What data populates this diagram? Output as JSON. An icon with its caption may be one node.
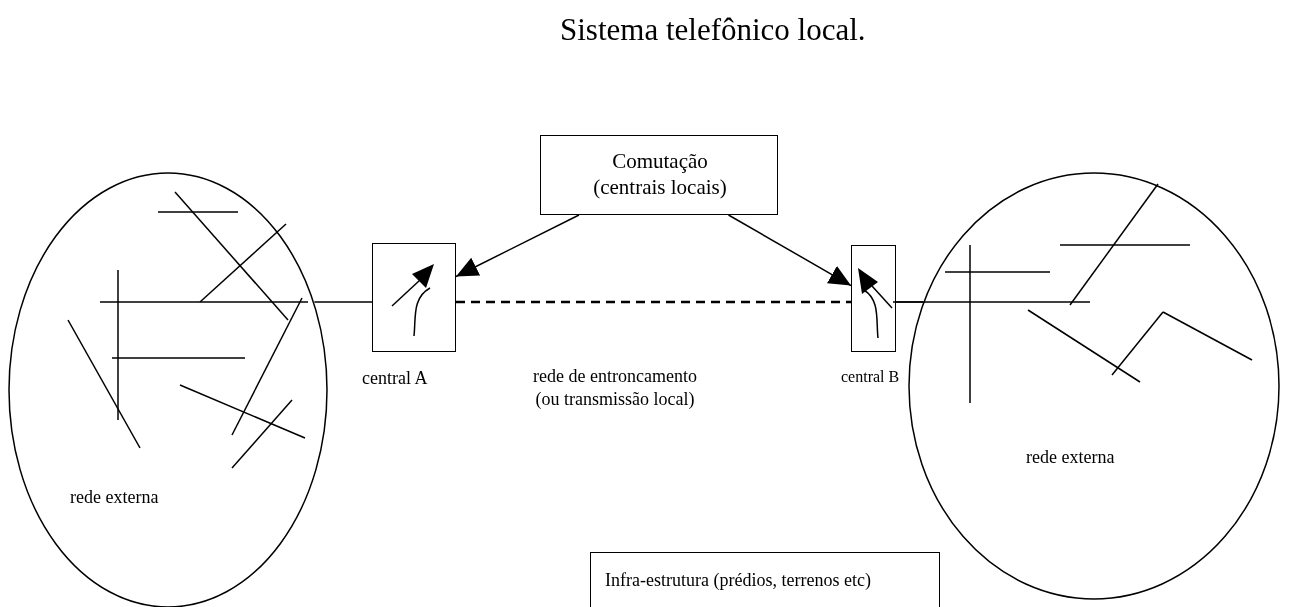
{
  "diagram": {
    "title": "Sistema telefônico local.",
    "nodes": [
      {
        "text": [
          "rede externa"
        ]
      },
      {
        "text": [],
        "shape": "box",
        "beside": [
          "central A"
        ]
      },
      {
        "text": [
          "Comutação (centrais locais)"
        ]
      },
      {
        "text": [],
        "shape": "box",
        "beside": [
          "central B"
        ]
      },
      {
        "text": [
          "rede externa"
        ]
      },
      {
        "text": [
          "Infra-estrutura (prédios, terrenos etc)"
        ]
      }
    ],
    "edges": [
      {
        "from": 2,
        "to": 1,
        "arrow": "to"
      },
      {
        "from": 2,
        "to": 3,
        "arrow": "to"
      },
      {
        "from": 1,
        "to": 3,
        "arrow": "none",
        "style": "dashed",
        "label": "rede de entroncamento (ou transmissão local)"
      },
      {
        "from": 0,
        "to": 1,
        "arrow": "none"
      },
      {
        "from": 3,
        "to": 4,
        "arrow": "none"
      }
    ]
  }
}
